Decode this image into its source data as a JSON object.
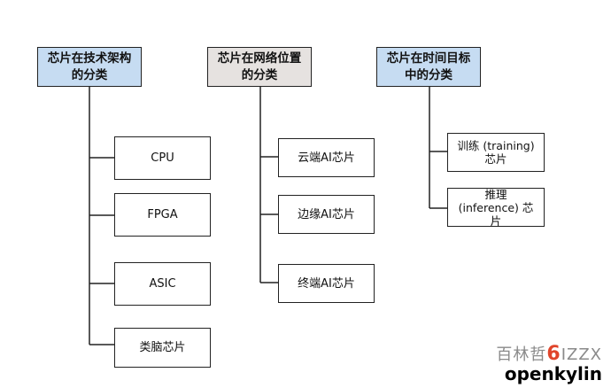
{
  "columns": [
    {
      "header": "芯片在技术架构的分类",
      "items": [
        "CPU",
        "FPGA",
        "ASIC",
        "类脑芯片"
      ]
    },
    {
      "header": "芯片在网络位置的分类",
      "items": [
        "云端AI芯片",
        "边缘AI芯片",
        "终端AI芯片"
      ]
    },
    {
      "header": "芯片在时间目标中的分类",
      "items": [
        "训练 (training) 芯片",
        "推理 (inference) 芯片"
      ]
    }
  ],
  "watermark": {
    "top_left": "百林哲",
    "top_accent": "6",
    "top_right": "IZZX",
    "bottom": "openkylin"
  }
}
